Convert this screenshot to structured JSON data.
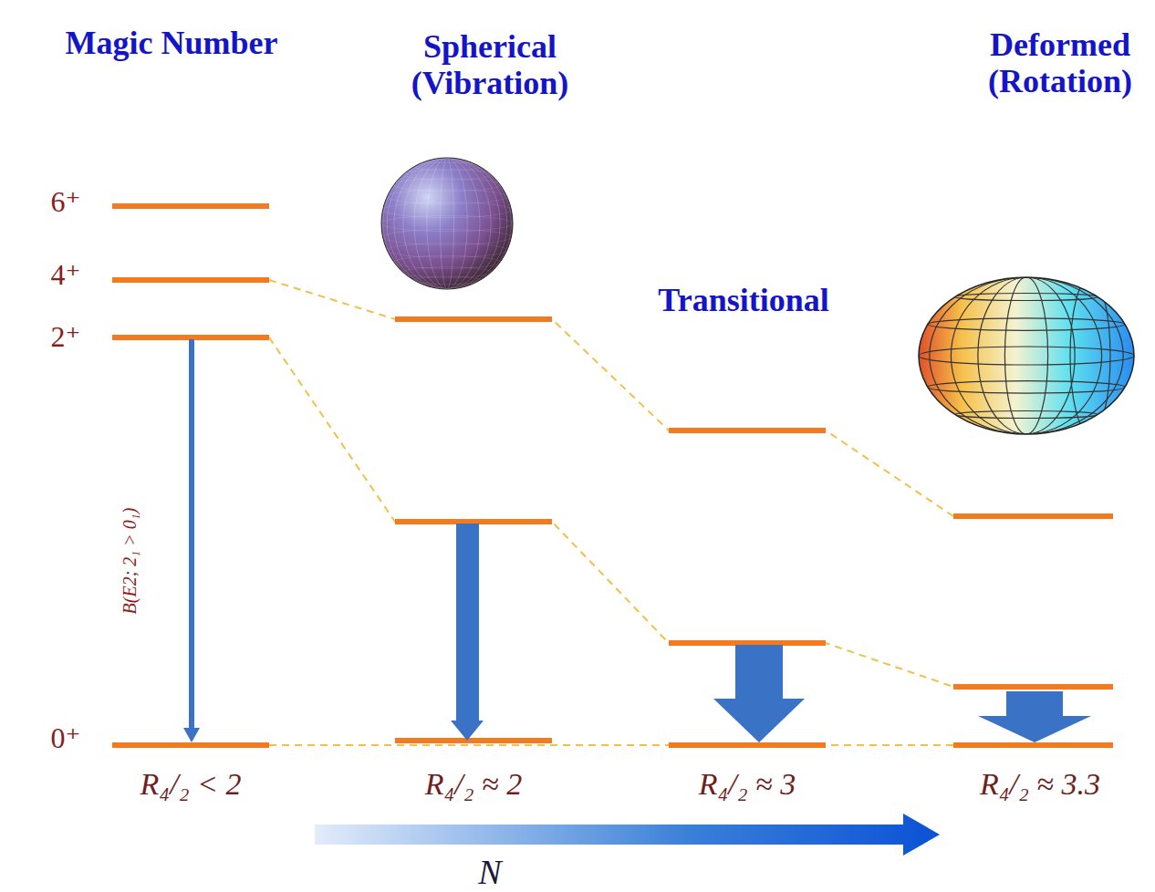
{
  "diagram": {
    "labels": [
      "Magic Number",
      "Spherical (Vibration)",
      "Transitional",
      "Deformed (Rotation)",
      "6⁺",
      "4⁺",
      "2⁺",
      "0⁺",
      "B(E2; 2₁ > 0₁)",
      "R₄/₂ < 2",
      "R₄/₂ ≈ 2",
      "R₄/₂ ≈ 3",
      "R₄/₂ ≈ 3.3",
      "N"
    ]
  }
}
